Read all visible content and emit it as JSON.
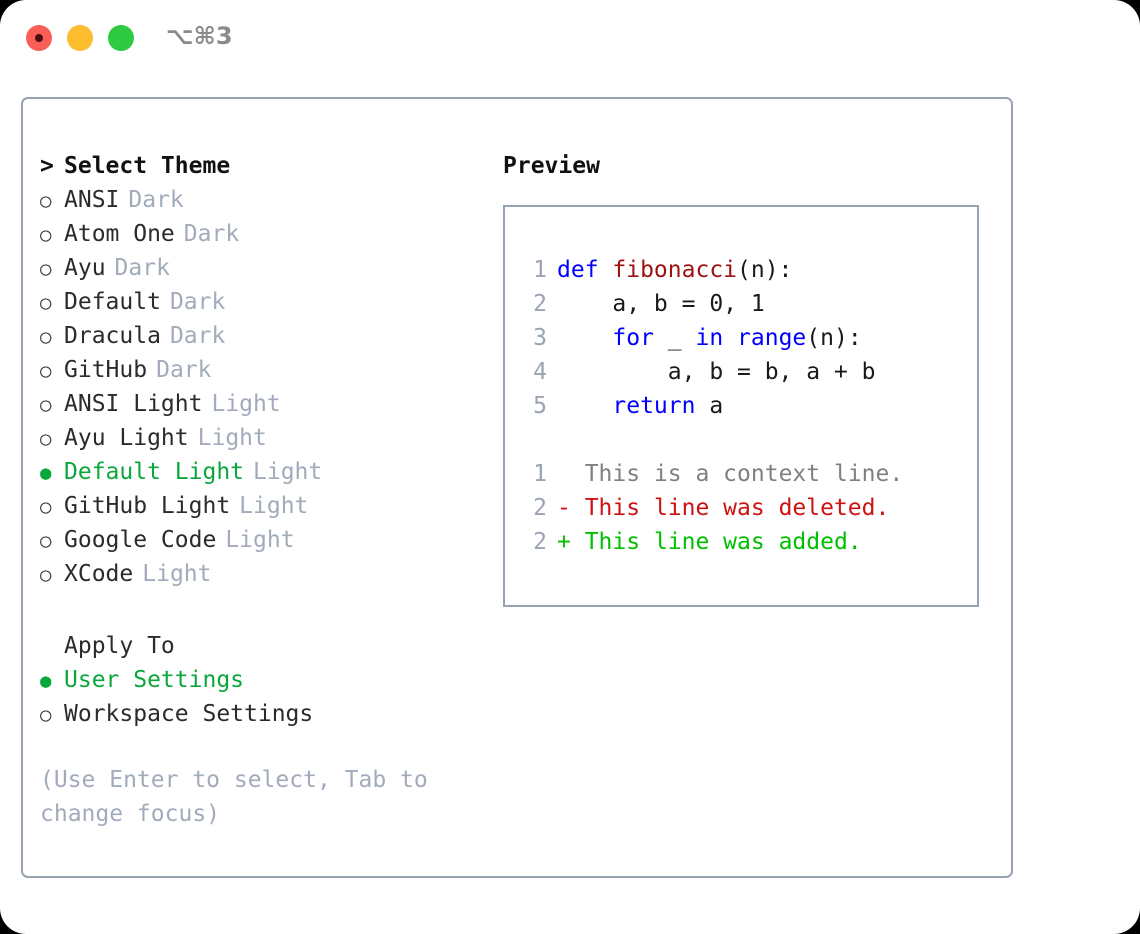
{
  "titlebar": {
    "shortcut": "⌥⌘3",
    "lights": [
      "close",
      "minimize",
      "zoom"
    ]
  },
  "left": {
    "header": {
      "caret": ">",
      "label": "Select Theme"
    },
    "markers": {
      "unselected": "○",
      "selected": "●"
    },
    "themes": [
      {
        "name": "ANSI",
        "suffix": "Dark",
        "selected": false
      },
      {
        "name": "Atom One",
        "suffix": "Dark",
        "selected": false
      },
      {
        "name": "Ayu",
        "suffix": "Dark",
        "selected": false
      },
      {
        "name": "Default",
        "suffix": "Dark",
        "selected": false
      },
      {
        "name": "Dracula",
        "suffix": "Dark",
        "selected": false
      },
      {
        "name": "GitHub",
        "suffix": "Dark",
        "selected": false
      },
      {
        "name": "ANSI Light",
        "suffix": "Light",
        "selected": false
      },
      {
        "name": "Ayu Light",
        "suffix": "Light",
        "selected": false
      },
      {
        "name": "Default Light",
        "suffix": "Light",
        "selected": true
      },
      {
        "name": "GitHub Light",
        "suffix": "Light",
        "selected": false
      },
      {
        "name": "Google Code",
        "suffix": "Light",
        "selected": false
      },
      {
        "name": "XCode",
        "suffix": "Light",
        "selected": false
      }
    ],
    "apply_to": {
      "label": "Apply To",
      "options": [
        {
          "name": "User Settings",
          "selected": true
        },
        {
          "name": "Workspace Settings",
          "selected": false
        }
      ]
    },
    "hint": "(Use Enter to select, Tab to change focus)"
  },
  "right": {
    "title": "Preview",
    "code_lines": [
      {
        "no": "1",
        "tokens": [
          {
            "t": "def ",
            "c": "kw"
          },
          {
            "t": "fibonacci",
            "c": "fn"
          },
          {
            "t": "(n):",
            "c": "pl"
          }
        ]
      },
      {
        "no": "2",
        "tokens": [
          {
            "t": "    a, b = 0, 1",
            "c": "pl"
          }
        ]
      },
      {
        "no": "3",
        "tokens": [
          {
            "t": "    ",
            "c": "pl"
          },
          {
            "t": "for",
            "c": "kw"
          },
          {
            "t": " _ ",
            "c": "pl"
          },
          {
            "t": "in",
            "c": "kw"
          },
          {
            "t": " ",
            "c": "pl"
          },
          {
            "t": "range",
            "c": "kw"
          },
          {
            "t": "(n):",
            "c": "pl"
          }
        ]
      },
      {
        "no": "4",
        "tokens": [
          {
            "t": "        a, b = b, a + b",
            "c": "pl"
          }
        ]
      },
      {
        "no": "5",
        "tokens": [
          {
            "t": "    ",
            "c": "pl"
          },
          {
            "t": "return",
            "c": "kw"
          },
          {
            "t": " a",
            "c": "pl"
          }
        ]
      }
    ],
    "diff_lines": [
      {
        "no": "1",
        "prefix": "  ",
        "text": "This is a context line.",
        "c": "ctx"
      },
      {
        "no": "2",
        "prefix": "- ",
        "text": "This line was deleted.",
        "c": "del"
      },
      {
        "no": "2",
        "prefix": "+ ",
        "text": "This line was added.",
        "c": "add"
      }
    ]
  },
  "colors": {
    "accent_green": "#0aa83c",
    "muted": "#a2abbb",
    "border": "#97a2b3",
    "keyword_blue": "#0000ff",
    "function_red": "#9c1212",
    "diff_added": "#00c000",
    "diff_deleted": "#cc1212"
  }
}
